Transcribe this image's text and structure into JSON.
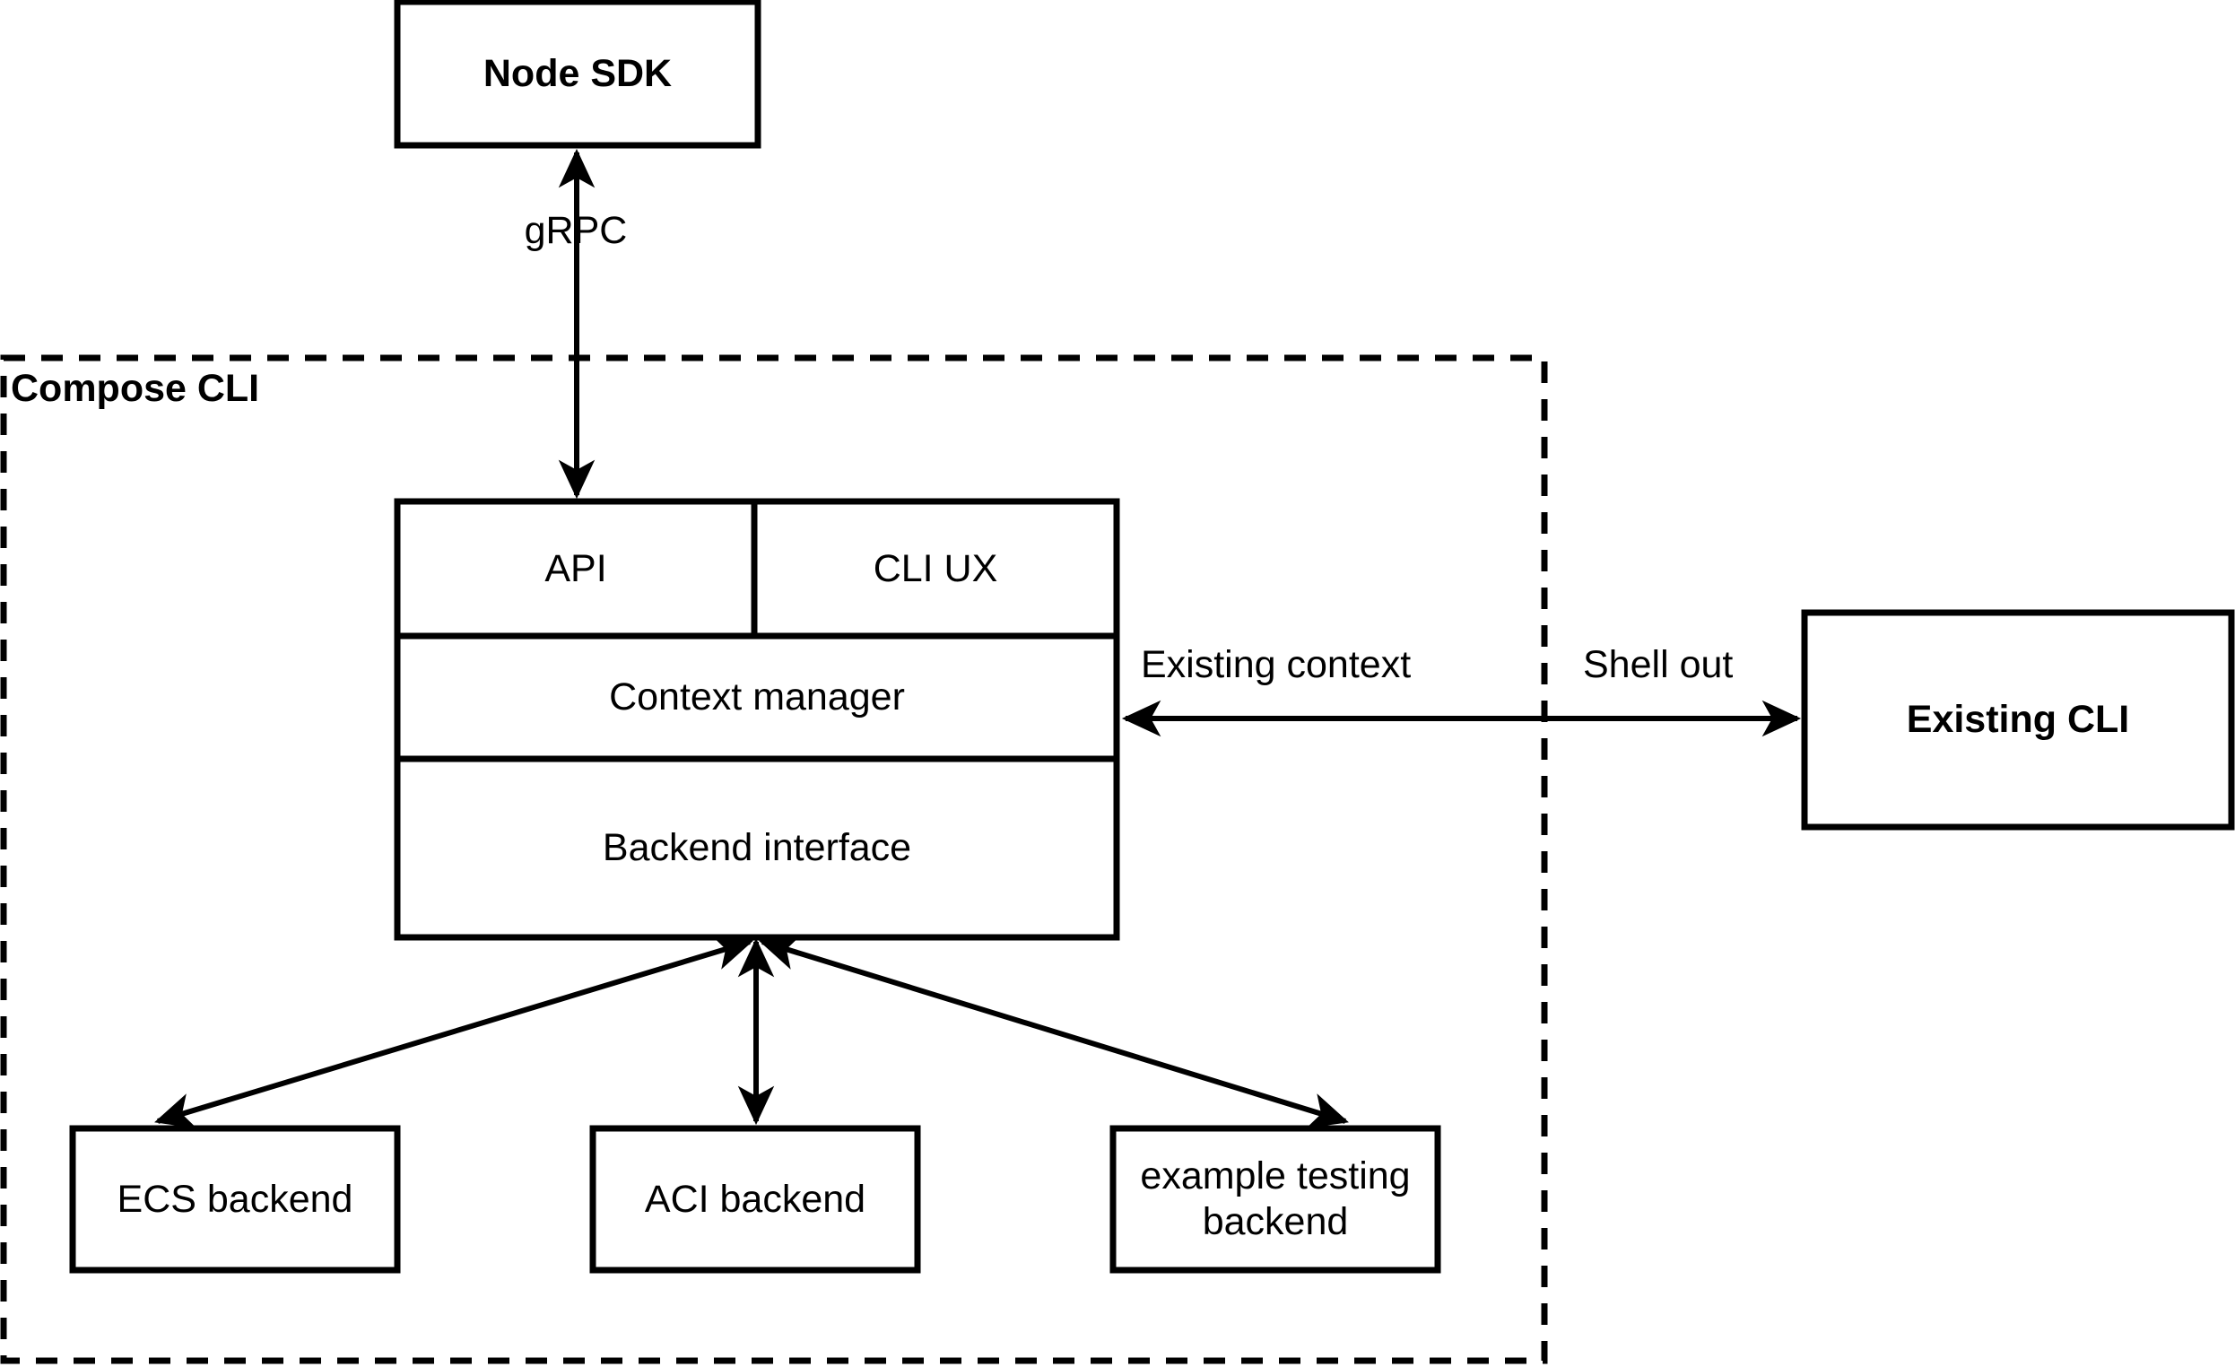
{
  "diagram": {
    "title_group": "Compose CLI",
    "nodes": {
      "node_sdk": {
        "label": "Node SDK",
        "bold": true
      },
      "existing_cli": {
        "label": "Existing CLI",
        "bold": true
      },
      "api": {
        "label": "API",
        "bold": false
      },
      "cli_ux": {
        "label": "CLI UX",
        "bold": false
      },
      "context_manager": {
        "label": "Context manager",
        "bold": false
      },
      "backend_interface": {
        "label": "Backend interface",
        "bold": false
      },
      "ecs_backend": {
        "label": "ECS backend",
        "bold": false
      },
      "aci_backend": {
        "label": "ACI backend",
        "bold": false
      },
      "example_testing_backend": {
        "label": "example testing\nbackend",
        "bold": false
      }
    },
    "edges": {
      "grpc": {
        "label": "gRPC"
      },
      "existing_context": {
        "label": "Existing context"
      },
      "shell_out": {
        "label": "Shell out"
      },
      "ecs_link": {
        "label": ""
      },
      "aci_link": {
        "label": ""
      },
      "example_link": {
        "label": ""
      }
    },
    "colors": {
      "stroke": "#000000",
      "fill": "#ffffff",
      "text": "#000000"
    }
  }
}
